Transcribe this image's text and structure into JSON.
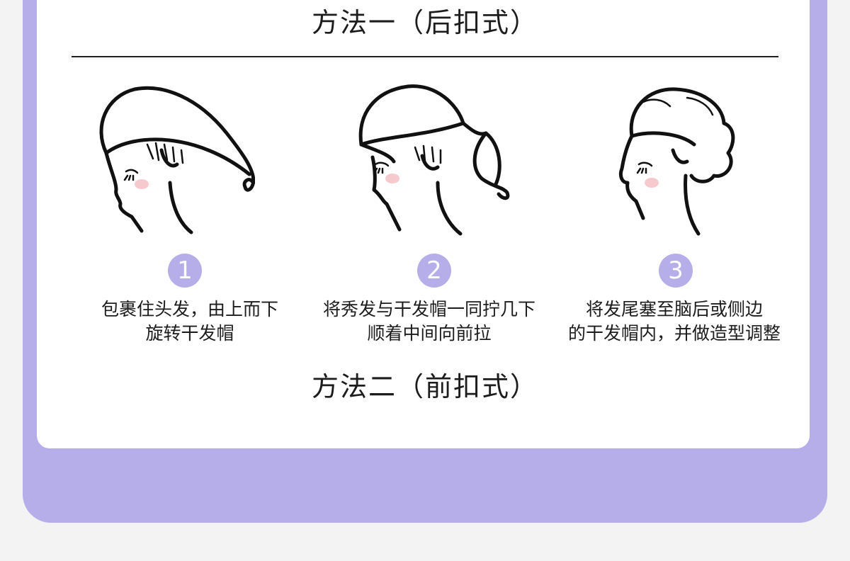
{
  "method1": {
    "title": "方法一（后扣式）"
  },
  "method2": {
    "title": "方法二（前扣式）"
  },
  "steps": [
    {
      "number": "1",
      "line1": "包裹住头发，由上而下",
      "line2": "旋转干发帽"
    },
    {
      "number": "2",
      "line1": "将秀发与干发帽一同拧几下",
      "line2": "顺着中间向前拉"
    },
    {
      "number": "3",
      "line1": "将发尾塞至脑后或侧边",
      "line2": "的干发帽内，并做造型调整"
    }
  ],
  "colors": {
    "accent": "#b5aee9",
    "blush": "#f6c9cf",
    "ink": "#1c1c1c"
  }
}
